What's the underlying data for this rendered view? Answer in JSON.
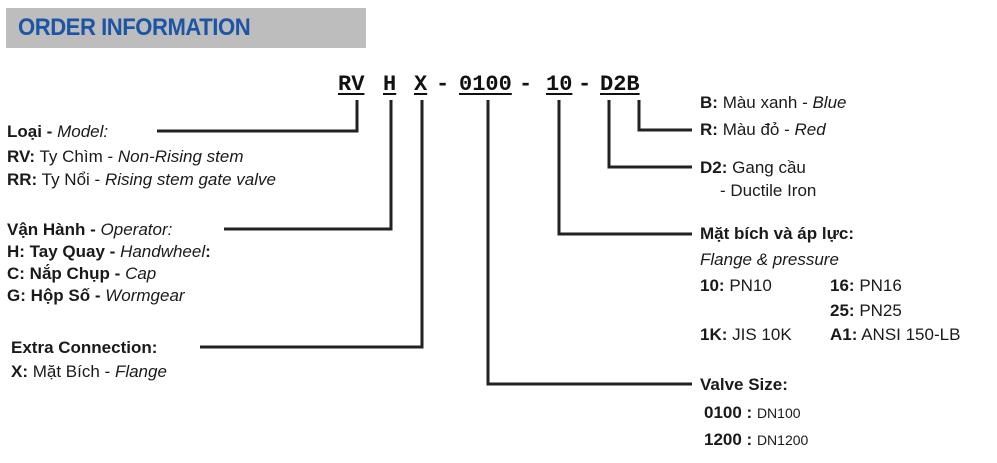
{
  "header": {
    "title": "ORDER INFORMATION"
  },
  "colors": {
    "banner_bg": "#bdbdbd",
    "title": "#1c55a6",
    "line": "#222222"
  },
  "code": {
    "model": "RV",
    "operator": "H",
    "connection": "X",
    "size": "0100",
    "pressure": "10",
    "material": "D2B",
    "separator": "-"
  },
  "model": {
    "label": "Loại -",
    "label_en": "Model:",
    "items": [
      {
        "key": "RV:",
        "vi": "Ty Chìm -",
        "en": "Non-Rising stem"
      },
      {
        "key": "RR:",
        "vi": "Ty Nổi -",
        "en": "Rising stem gate valve"
      }
    ]
  },
  "operator": {
    "label": "Vận Hành -",
    "label_en": "Operator:",
    "items": [
      {
        "key": "H: Tay Quay -",
        "en": "Handwheel",
        "suffix": ":"
      },
      {
        "key": "C: Nắp Chụp -",
        "en": "Cap",
        "suffix": ""
      },
      {
        "key": "G: Hộp Số -",
        "en": "Wormgear",
        "suffix": ""
      }
    ]
  },
  "connection": {
    "label": "Extra Connection:",
    "items": [
      {
        "key": "X:",
        "vi": "Mặt Bích -",
        "en": "Flange"
      }
    ]
  },
  "color_option": {
    "items": [
      {
        "key": "B:",
        "vi": "Màu xanh -",
        "en": "Blue"
      },
      {
        "key": "R:",
        "vi": "Màu đỏ -",
        "en": "Red"
      }
    ]
  },
  "material": {
    "key": "D2:",
    "vi": "Gang cầu",
    "en": "- Ductile Iron"
  },
  "flange": {
    "label": "Mặt bích và áp lực:",
    "label_en": "Flange & pressure",
    "items": [
      {
        "key": "10:",
        "value": "PN10"
      },
      {
        "key": "16:",
        "value": "PN16"
      },
      {
        "key": "25:",
        "value": "PN25"
      },
      {
        "key": "1K:",
        "value": "JIS 10K"
      },
      {
        "key": "A1:",
        "value": "ANSI 150-LB"
      }
    ]
  },
  "valve_size": {
    "label": "Valve Size:",
    "items": [
      {
        "key": "0100 :",
        "value": "DN100"
      },
      {
        "key": "1200 :",
        "value": "DN1200"
      }
    ]
  }
}
